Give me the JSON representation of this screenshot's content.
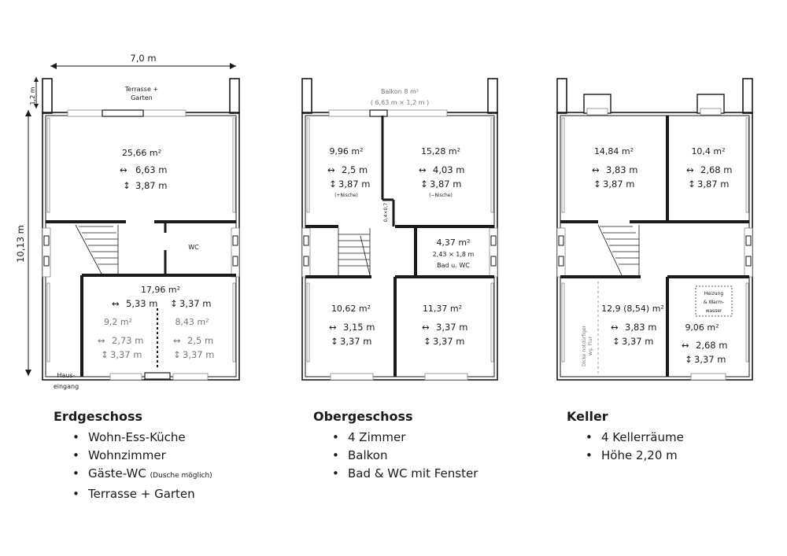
{
  "erdgeschoss": {
    "heading": "Erdgeschoss",
    "width_label": "7,0 m",
    "height_label": "10,13 m",
    "terrace_depth_label": "1,2 m",
    "terrace_label_1": "Terrasse +",
    "terrace_label_2": "Garten",
    "entrance_label_1": "Haus-",
    "entrance_label_2": "eingang",
    "wc_label": "WC",
    "rooms": {
      "main": {
        "area": "25,66 m²",
        "width": "6,63 m",
        "depth": "3,87 m"
      },
      "hall": {
        "area": "17,96 m²",
        "width": "5,33 m",
        "depth": "3,37 m"
      },
      "left": {
        "area": "9,2 m²",
        "width": "2,73 m",
        "depth": "3,37 m"
      },
      "right": {
        "area": "8,43 m²",
        "width": "2,5 m",
        "depth": "3,37 m"
      }
    },
    "features": [
      "Wohn-Ess-Küche",
      "Wohnzimmer",
      "Gäste-WC",
      "Terrasse + Garten"
    ],
    "feature_note": "(Dusche möglich)"
  },
  "obergeschoss": {
    "heading": "Obergeschoss",
    "balcony_label": "Balkon 8 m²",
    "balcony_dims": "( 6,63 m × 1,2 m )",
    "partition_label": "0,4×0,7",
    "rooms": {
      "top_left": {
        "area": "9,96 m²",
        "width": "2,5 m",
        "depth": "3,87 m",
        "note": "(+Nische)"
      },
      "top_right": {
        "area": "15,28 m²",
        "width": "4,03 m",
        "depth": "3,87 m",
        "note": "(−Nische)"
      },
      "bath": {
        "area": "4,37 m²",
        "dims": "2,43 × 1,8 m",
        "label": "Bad u. WC"
      },
      "bottom_left": {
        "area": "10,62 m²",
        "width": "3,15 m",
        "depth": "3,37 m"
      },
      "bottom_right": {
        "area": "11,37 m²",
        "width": "3,37 m",
        "depth": "3,37 m"
      }
    },
    "features": [
      "4 Zimmer",
      "Balkon",
      "Bad & WC mit Fenster"
    ]
  },
  "keller": {
    "heading": "Keller",
    "rooms": {
      "top_left": {
        "area": "14,84 m²",
        "width": "3,83 m",
        "depth": "3,87 m"
      },
      "top_right": {
        "area": "10,4 m²",
        "width": "2,68 m",
        "depth": "3,87 m"
      },
      "bottom_left": {
        "area": "12,9 (8,54) m²",
        "width": "3,83 m",
        "depth": "3,37 m"
      },
      "bottom_right": {
        "area": "9,06 m²",
        "width": "2,68 m",
        "depth": "3,37 m"
      }
    },
    "heating_label_1": "Heizung",
    "heating_label_2": "& Warm-",
    "heating_label_3": "wasser",
    "wall_note_1": "Dicke notdürfiger",
    "wall_note_2": "wg. Flur",
    "features": [
      "4 Kellerräume",
      "Höhe 2,20 m"
    ]
  },
  "icons": {
    "horizontal": "↔ double-arrow",
    "vertical": "↕ double-arrow"
  }
}
